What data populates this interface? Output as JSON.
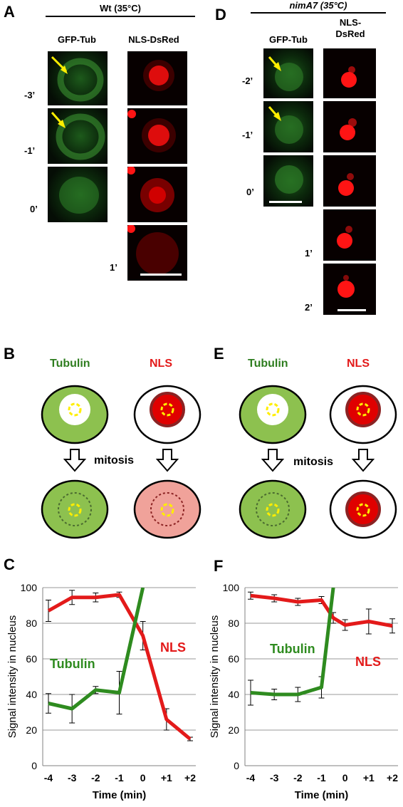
{
  "panels": {
    "A": {
      "letter": "A",
      "title": "Wt (35°C)",
      "columns": [
        "GFP-Tub",
        "NLS-DsRed"
      ],
      "timepoints": [
        "-3’",
        "-1’",
        "0’",
        "1’"
      ]
    },
    "D": {
      "letter": "D",
      "title": "nimA7 (35°C)",
      "columns": [
        "GFP-Tub",
        "NLS-",
        "DsRed"
      ],
      "timepoints": [
        "-2’",
        "-1’",
        "0’",
        "1’",
        "2’"
      ]
    },
    "B": {
      "letter": "B",
      "labels": {
        "tubulin": "Tubulin",
        "nls": "NLS",
        "mitosis": "mitosis"
      }
    },
    "E": {
      "letter": "E",
      "labels": {
        "tubulin": "Tubulin",
        "nls": "NLS",
        "mitosis": "mitosis"
      }
    },
    "C": {
      "letter": "C"
    },
    "F": {
      "letter": "F"
    }
  },
  "colors": {
    "green": "#2e7d1f",
    "red": "#e31a1a",
    "cell_green": "#8dc14f",
    "cell_pink": "#f0a29a",
    "nucleus_red": "#e00000",
    "nucleus_dark": "#8b2323",
    "arrow_yellow": "#ffee00"
  },
  "chart_data": [
    {
      "type": "line",
      "panel": "C",
      "xlabel": "Time (min)",
      "ylabel": "Signal intensity in nucleus",
      "categories": [
        "-4",
        "-3",
        "-2",
        "-1",
        "0",
        "+1",
        "+2"
      ],
      "x": [
        -4,
        -3,
        -2,
        -1,
        0,
        1,
        2
      ],
      "ylim": [
        0,
        100
      ],
      "yticks": [
        0,
        20,
        40,
        60,
        80,
        100
      ],
      "grid": true,
      "series": [
        {
          "name": "NLS",
          "color": "#e31a1a",
          "x": [
            -4,
            -3,
            -2,
            -1,
            0,
            1,
            2
          ],
          "values": [
            87,
            94.5,
            94.5,
            96,
            73,
            26,
            15
          ],
          "err": [
            6,
            4,
            2.5,
            1.5,
            8,
            6,
            1
          ]
        },
        {
          "name": "Tubulin",
          "color": "#2e8b1f",
          "x": [
            -4,
            -3,
            -2,
            -1,
            0
          ],
          "values": [
            35,
            32,
            42.5,
            41,
            100
          ],
          "err": [
            5.5,
            8,
            2,
            12,
            0
          ]
        }
      ]
    },
    {
      "type": "line",
      "panel": "F",
      "xlabel": "Time (min)",
      "ylabel": "Signal intensity in nucleus",
      "categories": [
        "-4",
        "-3",
        "-2",
        "-1",
        "0",
        "+1",
        "+2"
      ],
      "x": [
        -4,
        -3,
        -2,
        -1,
        0,
        1,
        2
      ],
      "ylim": [
        0,
        100
      ],
      "yticks": [
        0,
        20,
        40,
        60,
        80,
        100
      ],
      "grid": true,
      "series": [
        {
          "name": "NLS",
          "color": "#e31a1a",
          "x": [
            -4,
            -3,
            -2,
            -1,
            -0.5,
            0,
            1,
            2
          ],
          "values": [
            95.5,
            94,
            92,
            93,
            83,
            79,
            81,
            78.5
          ],
          "err": [
            2,
            2,
            2,
            2,
            3,
            3,
            7,
            4
          ]
        },
        {
          "name": "Tubulin",
          "color": "#2e8b1f",
          "x": [
            -4,
            -3,
            -2,
            -1,
            -0.5
          ],
          "values": [
            41,
            40,
            40,
            44,
            100
          ],
          "err": [
            7,
            3,
            4,
            6,
            0
          ]
        }
      ]
    }
  ]
}
